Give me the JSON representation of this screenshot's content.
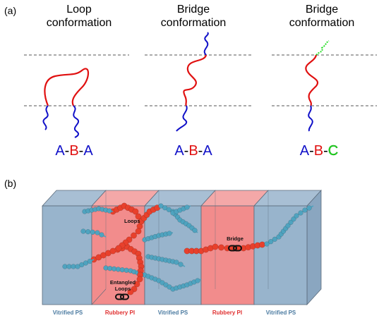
{
  "panel_a": {
    "label": "(a)",
    "loop": {
      "title_line1": "Loop",
      "title_line2": "conformation",
      "formula": [
        "A",
        "-",
        "B",
        "-",
        "A"
      ]
    },
    "bridge1": {
      "title_line1": "Bridge",
      "title_line2": "conformation",
      "formula": [
        "A",
        "-",
        "B",
        "-",
        "A"
      ]
    },
    "bridge2": {
      "title_line1": "Bridge",
      "title_line2": "conformation",
      "formula": [
        "A",
        "-",
        "B",
        "-",
        "C"
      ]
    }
  },
  "panel_b": {
    "label": "(b)",
    "annotations": {
      "loops": "Loops",
      "bridge": "Bridge",
      "entangled_line1": "Entangled",
      "entangled_line2": "Loops"
    },
    "layers": [
      "Vitrified PS",
      "Rubbery PI",
      "Vitrified PS",
      "Rubbery PI",
      "Vitrified PS"
    ]
  },
  "colors": {
    "block_a": "#1010c8",
    "block_b": "#e01010",
    "block_c": "#22dd22",
    "ps_layer": "#7f9fbf",
    "pi_layer": "#f08080",
    "ps_bead": "#4fa3bf",
    "pi_bead": "#e8402c",
    "ps_label": "#4a7aa0",
    "pi_label": "#e03030"
  },
  "icons": [
    "chain-link-icon",
    "chain-link-icon"
  ]
}
